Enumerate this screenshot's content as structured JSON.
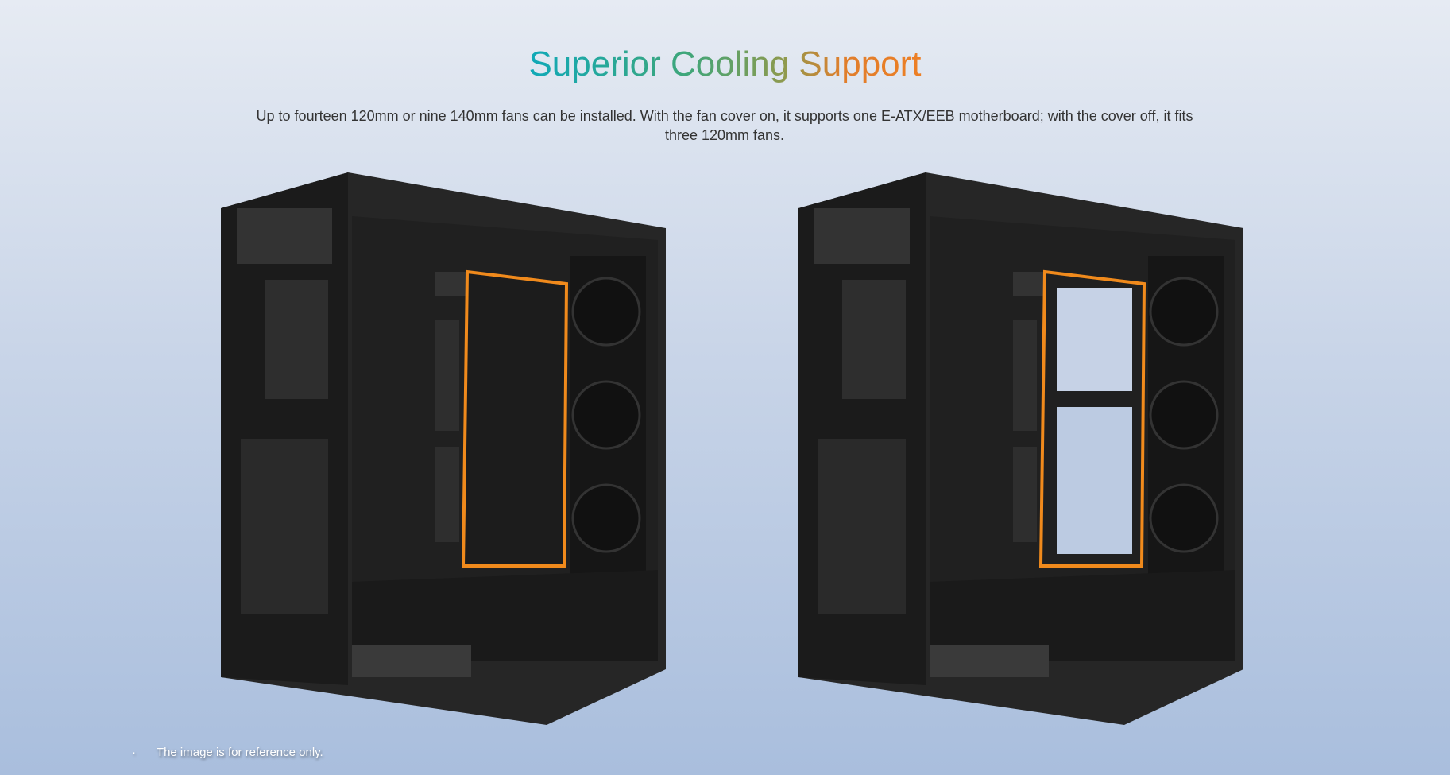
{
  "section": {
    "title": "Superior Cooling Support",
    "description": "Up to fourteen 120mm or nine 140mm fans can be installed. With the fan cover on, it supports one E-ATX/EEB motherboard; with the cover off, it fits three 120mm fans."
  },
  "images": [
    {
      "name": "case-with-fan-cover",
      "highlight_color": "#f08a1c"
    },
    {
      "name": "case-without-fan-cover",
      "highlight_color": "#f08a1c"
    }
  ],
  "footnote": {
    "bullet": "·",
    "text": "The image is for reference only."
  },
  "colors": {
    "title_start": "#10a9b8",
    "title_end": "#ed7f25",
    "case": "#1e1e1e"
  }
}
